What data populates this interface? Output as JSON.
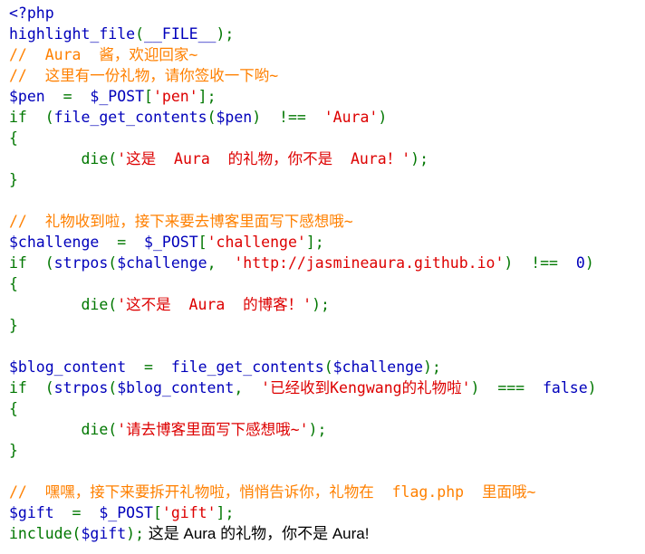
{
  "code_lines": [
    [
      {
        "t": "<?php",
        "c": "plain"
      }
    ],
    [
      {
        "t": "highlight_file",
        "c": "plain"
      },
      {
        "t": "(",
        "c": "keyword"
      },
      {
        "t": "__FILE__",
        "c": "plain"
      },
      {
        "t": ");",
        "c": "keyword"
      }
    ],
    [
      {
        "t": "//  Aura  酱，欢迎回家~",
        "c": "comment"
      }
    ],
    [
      {
        "t": "//  这里有一份礼物，请你签收一下哟~",
        "c": "comment"
      }
    ],
    [
      {
        "t": "$pen ",
        "c": "plain"
      },
      {
        "t": " =  ",
        "c": "keyword"
      },
      {
        "t": "$_POST",
        "c": "plain"
      },
      {
        "t": "[",
        "c": "keyword"
      },
      {
        "t": "'pen'",
        "c": "string"
      },
      {
        "t": "];",
        "c": "keyword"
      }
    ],
    [
      {
        "t": "if  (",
        "c": "keyword"
      },
      {
        "t": "file_get_contents",
        "c": "plain"
      },
      {
        "t": "(",
        "c": "keyword"
      },
      {
        "t": "$pen",
        "c": "plain"
      },
      {
        "t": ")  !==  ",
        "c": "keyword"
      },
      {
        "t": "'Aura'",
        "c": "string"
      },
      {
        "t": ")",
        "c": "keyword"
      }
    ],
    [
      {
        "t": "{",
        "c": "keyword"
      }
    ],
    [
      {
        "t": "        die(",
        "c": "keyword"
      },
      {
        "t": "'这是  Aura  的礼物，你不是  Aura！'",
        "c": "string"
      },
      {
        "t": ");",
        "c": "keyword"
      }
    ],
    [
      {
        "t": "}",
        "c": "keyword"
      }
    ],
    [],
    [
      {
        "t": "//  礼物收到啦，接下来要去博客里面写下感想哦~",
        "c": "comment"
      }
    ],
    [
      {
        "t": "$challenge ",
        "c": "plain"
      },
      {
        "t": " =  ",
        "c": "keyword"
      },
      {
        "t": "$_POST",
        "c": "plain"
      },
      {
        "t": "[",
        "c": "keyword"
      },
      {
        "t": "'challenge'",
        "c": "string"
      },
      {
        "t": "];",
        "c": "keyword"
      }
    ],
    [
      {
        "t": "if  (",
        "c": "keyword"
      },
      {
        "t": "strpos",
        "c": "plain"
      },
      {
        "t": "(",
        "c": "keyword"
      },
      {
        "t": "$challenge",
        "c": "plain"
      },
      {
        "t": ",  ",
        "c": "keyword"
      },
      {
        "t": "'http://jasmineaura.github.io'",
        "c": "string"
      },
      {
        "t": ")  !==  ",
        "c": "keyword"
      },
      {
        "t": "0",
        "c": "plain"
      },
      {
        "t": ")",
        "c": "keyword"
      }
    ],
    [
      {
        "t": "{",
        "c": "keyword"
      }
    ],
    [
      {
        "t": "        die(",
        "c": "keyword"
      },
      {
        "t": "'这不是  Aura  的博客！'",
        "c": "string"
      },
      {
        "t": ");",
        "c": "keyword"
      }
    ],
    [
      {
        "t": "}",
        "c": "keyword"
      }
    ],
    [],
    [
      {
        "t": "$blog_content ",
        "c": "plain"
      },
      {
        "t": " =  ",
        "c": "keyword"
      },
      {
        "t": "file_get_contents",
        "c": "plain"
      },
      {
        "t": "(",
        "c": "keyword"
      },
      {
        "t": "$challenge",
        "c": "plain"
      },
      {
        "t": ");",
        "c": "keyword"
      }
    ],
    [
      {
        "t": "if  (",
        "c": "keyword"
      },
      {
        "t": "strpos",
        "c": "plain"
      },
      {
        "t": "(",
        "c": "keyword"
      },
      {
        "t": "$blog_content",
        "c": "plain"
      },
      {
        "t": ",  ",
        "c": "keyword"
      },
      {
        "t": "'已经收到Kengwang的礼物啦'",
        "c": "string"
      },
      {
        "t": ")  ===  ",
        "c": "keyword"
      },
      {
        "t": "false",
        "c": "plain"
      },
      {
        "t": ")",
        "c": "keyword"
      }
    ],
    [
      {
        "t": "{",
        "c": "keyword"
      }
    ],
    [
      {
        "t": "        die(",
        "c": "keyword"
      },
      {
        "t": "'请去博客里面写下感想哦~'",
        "c": "string"
      },
      {
        "t": ");",
        "c": "keyword"
      }
    ],
    [
      {
        "t": "}",
        "c": "keyword"
      }
    ],
    [],
    [
      {
        "t": "//  嘿嘿，接下来要拆开礼物啦，悄悄告诉你，礼物在  flag.php  里面哦~",
        "c": "comment"
      }
    ],
    [
      {
        "t": "$gift ",
        "c": "plain"
      },
      {
        "t": " =  ",
        "c": "keyword"
      },
      {
        "t": "$_POST",
        "c": "plain"
      },
      {
        "t": "[",
        "c": "keyword"
      },
      {
        "t": "'gift'",
        "c": "string"
      },
      {
        "t": "];",
        "c": "keyword"
      }
    ],
    [
      {
        "t": "include",
        "c": "keyword"
      },
      {
        "t": "(",
        "c": "keyword"
      },
      {
        "t": "$gift",
        "c": "plain"
      },
      {
        "t": ");",
        "c": "keyword"
      },
      {
        "t": " 这是 Aura 的礼物，你不是 Aura!",
        "c": "output"
      }
    ]
  ],
  "colors": {
    "plain": "#0000bb",
    "comment": "#ff8000",
    "string": "#dd0000",
    "keyword": "#007700",
    "output": "#000000",
    "background": "#ffffff"
  }
}
